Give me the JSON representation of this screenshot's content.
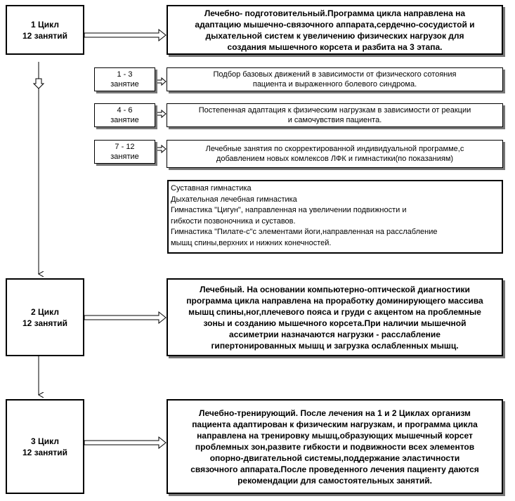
{
  "cycles": [
    {
      "title": "1 Цикл",
      "sessions": "12 занятий"
    },
    {
      "title": "2 Цикл",
      "sessions": "12 занятий"
    },
    {
      "title": "3 Цикл",
      "sessions": "12 занятий"
    }
  ],
  "descriptions": {
    "cycle1": [
      "Лечебно- подготовительный.Программа цикла направлена на",
      "адаптацию мышечно-связочного аппарата,сердечно-сосудистой и",
      "дыхательной систем к увеличению физических нагрузок для",
      "создания мышечного корсета и разбита на 3 этапа."
    ],
    "cycle2": [
      "Лечебный. На основании компьютерно-оптической диагностики",
      "программа цикла направлена на проработку доминирующего массива",
      "мышц спины,ног,плечевого пояса и груди с акцентом на проблемные",
      "зоны и созданию мышечного корсета.При наличии мышечной",
      "ассиметрии назначаются нагрузки - расслабление",
      "гипертонированных мышц и загрузка ослабленных мышц."
    ],
    "cycle3": [
      "Лечебно-тренирующий. После лечения на 1 и 2 Циклах организм",
      "пациента адаптирован к физическим нагрузкам, и программа цикла",
      "направлена на тренировку мышц,образующих мышечный корсет",
      "проблемных зон,развите гибкости и подвижности всех элементов",
      "опорно-двигательной системы,поддержание эластичности",
      "связочного аппарата.После проведенного лечения пациенту даются",
      "рекомендации для самостоятельных занятий."
    ]
  },
  "stages": [
    {
      "range": "1 - 3",
      "label": "занятие",
      "text": [
        "Подбор базовых движений в зависимости от физического сотояния",
        "пациента и выраженного болевого синдрома."
      ]
    },
    {
      "range": "4 - 6",
      "label": "занятие",
      "text": [
        "Постепенная адаптация к физическим нагрузкам в зависимости от реакции",
        "и самочувствия пациента."
      ]
    },
    {
      "range": "7 - 12",
      "label": "занятие",
      "text": [
        "Лечебные занятия по скорректированной индивидуальной программе,с",
        "добавлением новых комлексов ЛФК и гимнастики(по показаниям)"
      ]
    }
  ],
  "gymnastics_list": [
    "Суставная гимнастика",
    "Дыхательная лечебная гимнастика",
    "Гимнастика \"Цигун\",  направленная на увеличении подвижности и",
    "гибкости позвоночника и суставов.",
    "Гимнастика \"Пилате-с\"с элементами йоги,направленная на расслабление",
    "мышц спины,верхних и нижних конечностей."
  ]
}
